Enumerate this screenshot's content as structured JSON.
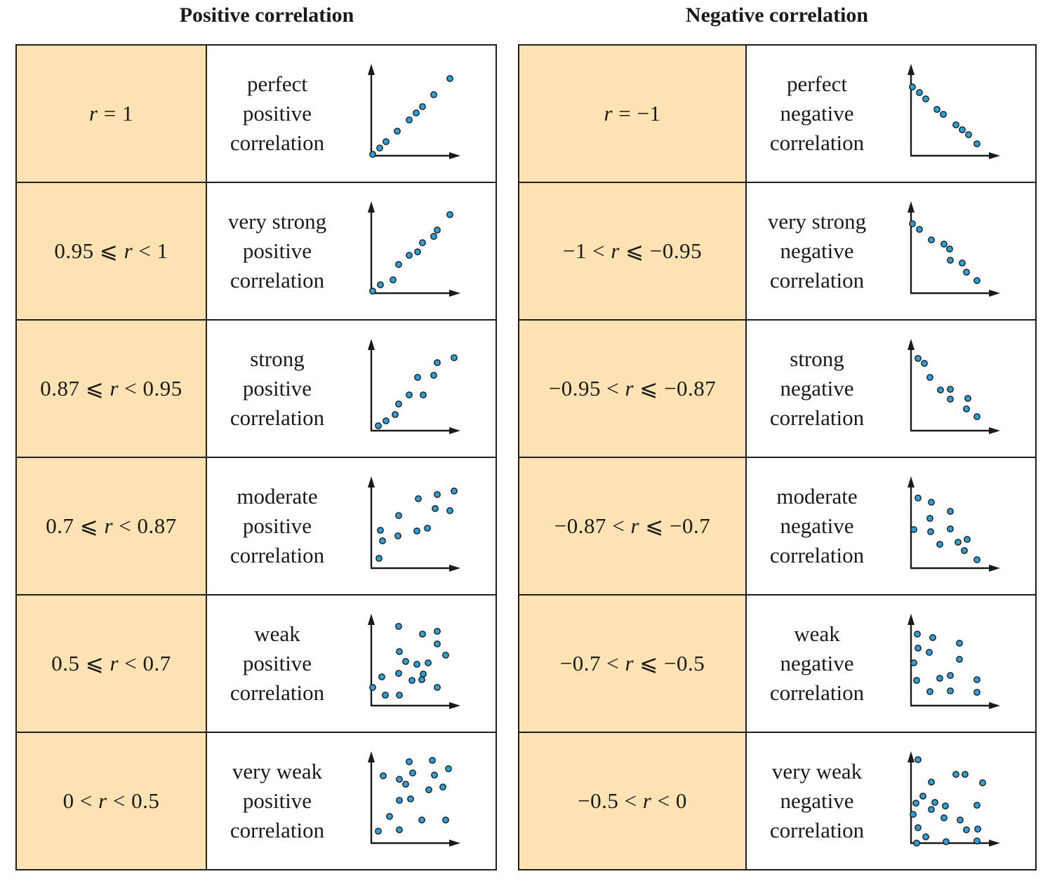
{
  "headings": {
    "positive": "Positive correlation",
    "negative": "Negative correlation"
  },
  "colors": {
    "range_fill": "#fde3b4",
    "dot_fill": "#2aa1d8",
    "dot_stroke": "#1a1a1a",
    "border": "#1f1f1f"
  },
  "positive_rows": [
    {
      "range": "r = 1",
      "line1": "perfect",
      "line2": "positive",
      "line3": "correlation"
    },
    {
      "range": "0.95 ⩽ r < 1",
      "line1": "very strong",
      "line2": "positive",
      "line3": "correlation"
    },
    {
      "range": "0.87 ⩽ r < 0.95",
      "line1": "strong",
      "line2": "positive",
      "line3": "correlation"
    },
    {
      "range": "0.7 ⩽ r < 0.87",
      "line1": "moderate",
      "line2": "positive",
      "line3": "correlation"
    },
    {
      "range": "0.5 ⩽ r < 0.7",
      "line1": "weak",
      "line2": "positive",
      "line3": "correlation"
    },
    {
      "range": "0 < r < 0.5",
      "line1": "very weak",
      "line2": "positive",
      "line3": "correlation"
    }
  ],
  "negative_rows": [
    {
      "range": "r = −1",
      "line1": "perfect",
      "line2": "negative",
      "line3": "correlation"
    },
    {
      "range": "−1 < r ⩽ −0.95",
      "line1": "very strong",
      "line2": "negative",
      "line3": "correlation"
    },
    {
      "range": "−0.95 < r ⩽ −0.87",
      "line1": "strong",
      "line2": "negative",
      "line3": "correlation"
    },
    {
      "range": "−0.87 < r ⩽ −0.7",
      "line1": "moderate",
      "line2": "negative",
      "line3": "correlation"
    },
    {
      "range": "−0.7 < r ⩽ −0.5",
      "line1": "weak",
      "line2": "negative",
      "line3": "correlation"
    },
    {
      "range": "−0.5 < r < 0",
      "line1": "very weak",
      "line2": "negative",
      "line3": "correlation"
    }
  ]
}
